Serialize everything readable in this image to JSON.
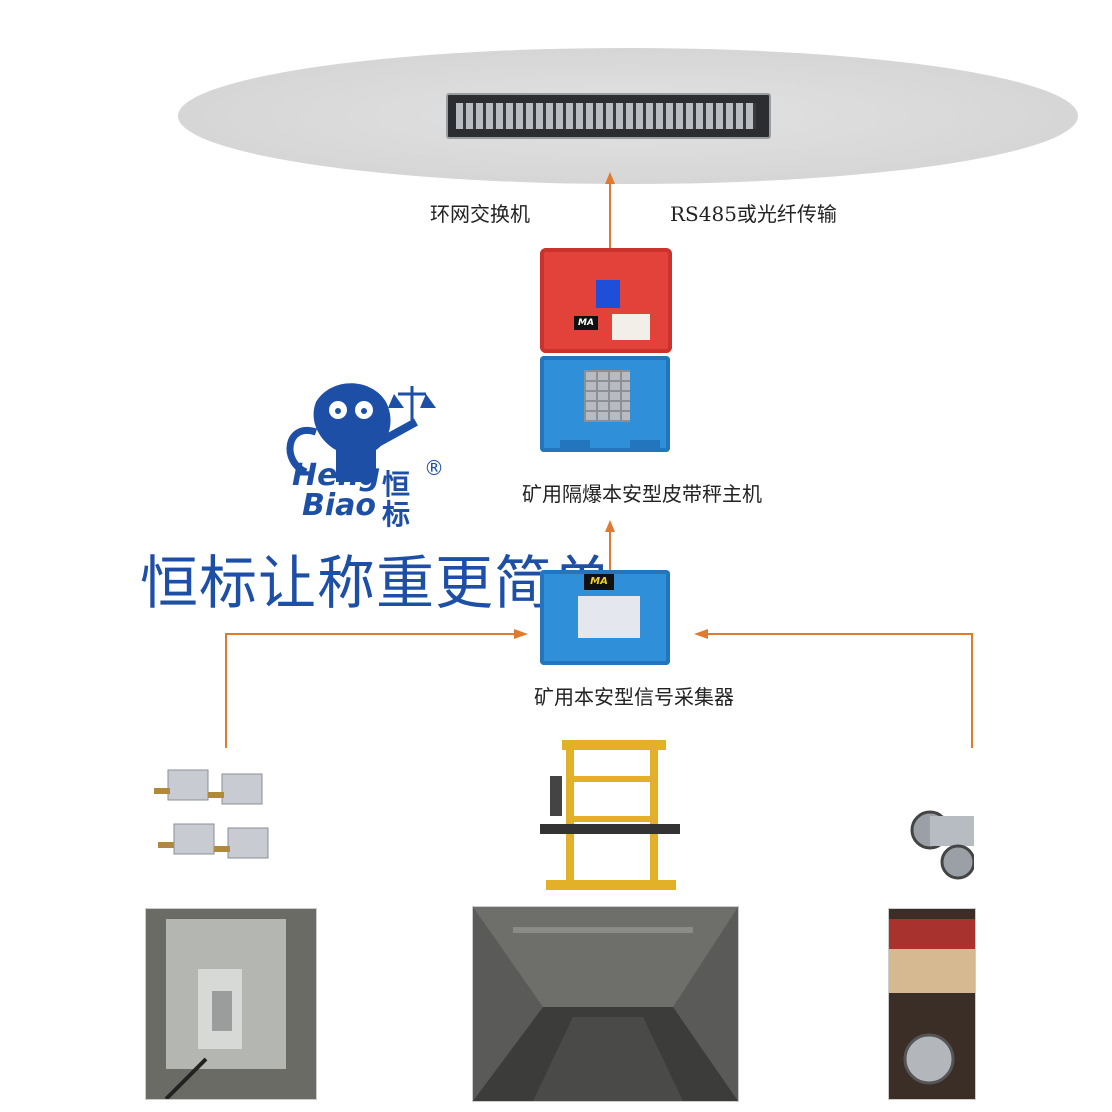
{
  "labels": {
    "switch": "环网交换机",
    "transmission": "RS485或光纤传输",
    "host": "矿用隔爆本安型皮带秤主机",
    "collector": "矿用本安型信号采集器"
  },
  "brand": {
    "name_line1": "Heng",
    "name_line2": "Biao",
    "cn": "恒标",
    "registered": "®",
    "slogan": "恒标让称重更简单"
  },
  "device_marks": {
    "ma": "MA"
  },
  "colors": {
    "arrow": "#e07a2e",
    "brand_blue": "#1e4fa6",
    "host_red": "#e3423a",
    "enclosure_blue": "#2f8fd8"
  }
}
